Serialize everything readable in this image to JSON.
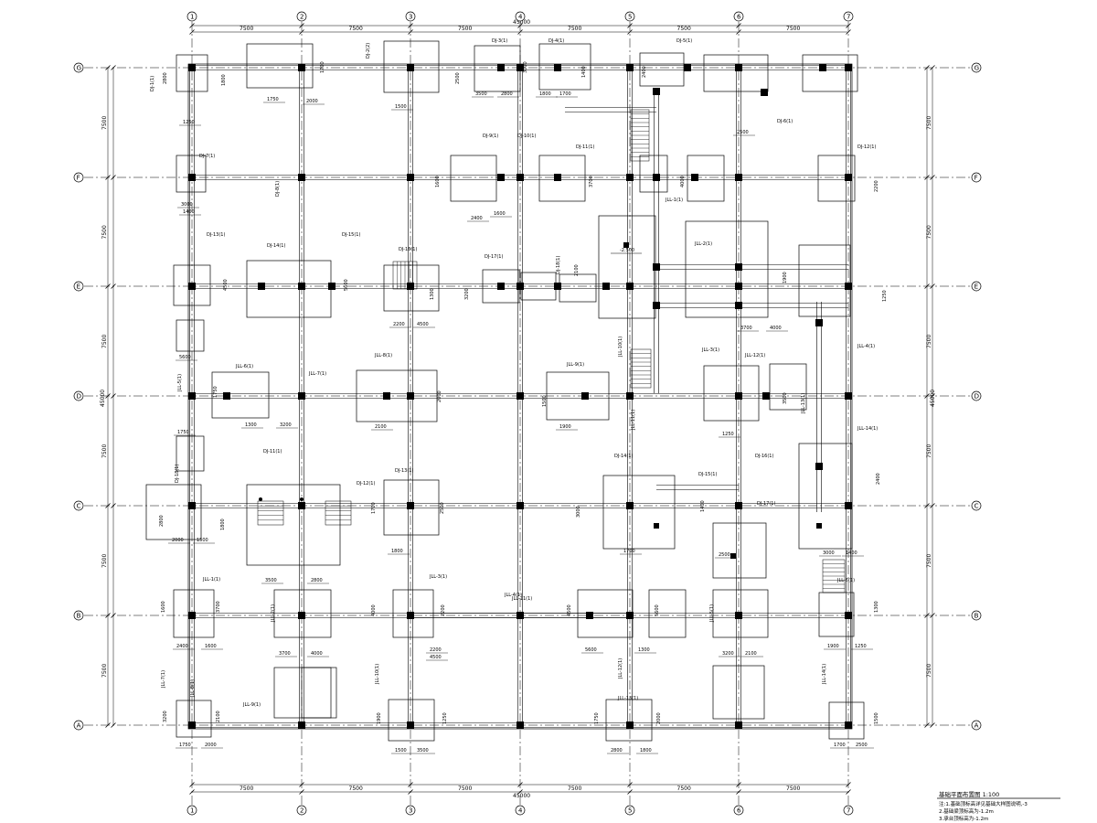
{
  "drawing": {
    "top_total": "45000",
    "bottom_total": "45000",
    "left_total": "45000",
    "right_total": "45000",
    "bay_dims": [
      "7500",
      "7500",
      "7500",
      "7500",
      "7500",
      "7500"
    ],
    "row_dims": [
      "7500",
      "7500",
      "7500",
      "7500",
      "7500",
      "7500"
    ],
    "col_labels": [
      "1",
      "2",
      "3",
      "4",
      "5",
      "6",
      "7"
    ],
    "row_labels": [
      "A",
      "B",
      "C",
      "D",
      "E",
      "F",
      "G"
    ],
    "marker_labels": [
      "-2.500"
    ],
    "beam_tags": [
      "DJ-1(1)",
      "DJ-2(2)",
      "DJ-3(1)",
      "DJ-4(1)",
      "DJ-5(1)",
      "DJ-6(1)",
      "DJ-7(1)",
      "DJ-8(1)",
      "DJ-9(1)",
      "DJ-10(1)",
      "DJ-11(1)",
      "DJ-12(1)",
      "DJ-13(1)",
      "DJ-14(1)",
      "DJ-15(1)",
      "DJ-16(1)",
      "DJ-17(1)",
      "DJ-18(1)",
      "JLL-1(1)",
      "JLL-2(1)",
      "JLL-3(1)",
      "JLL-4(1)",
      "JLL-5(1)",
      "JLL-6(1)",
      "JLL-7(1)",
      "JLL-8(1)",
      "JLL-9(1)",
      "JLL-10(1)",
      "JLL-11(1)",
      "JLL-12(1)",
      "JLL-13(1)",
      "JLL-14(1)"
    ],
    "footing_dims": [
      "1250",
      "1750",
      "2000",
      "1500",
      "3500",
      "2800",
      "1800",
      "1700",
      "2500",
      "3000",
      "1400",
      "2400",
      "1600",
      "3700",
      "4000",
      "2200",
      "4500",
      "5600",
      "1300",
      "3200",
      "2100",
      "1900"
    ],
    "title": "基础平面布置图 1:100",
    "notes": [
      "注:1.基础顶标高详见基础大样图说明,-3",
      "2.基础梁顶标高为-1.2m",
      "3.承台顶标高为-1.2m"
    ]
  }
}
